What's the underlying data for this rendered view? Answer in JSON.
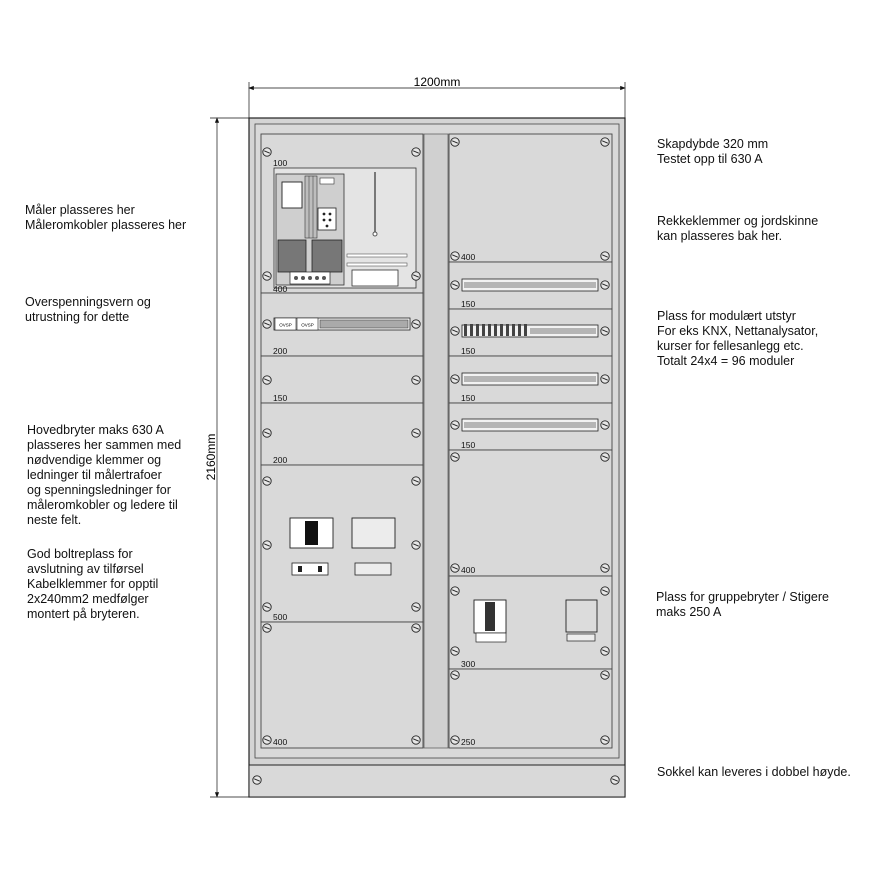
{
  "dimensions": {
    "width": "1200mm",
    "height": "2160mm"
  },
  "notes": {
    "depth": "Skapdybde 320 mm\nTestet opp til 630 A",
    "terminals": "Rekkeklemmer og jordskinne\nkan plasseres bak her.",
    "modular": "Plass for modulært utstyr\nFor eks KNX, Nettanalysator,\nkurser for fellesanlegg etc.\nTotalt 24x4 = 96 moduler",
    "group_breaker": "Plass for gruppebryter / Stigere\nmaks 250 A",
    "plinth": "Sokkel kan leveres i dobbel høyde.",
    "meter": "Måler plasseres her\nMåleromkobler plasseres her",
    "surge": "Overspenningsvern og\nutrustning for dette",
    "main_breaker": "Hovedbryter maks 630 A\nplasseres her sammen med\nnødvendige klemmer og\nledninger til målertrafoer\nog spenningsledninger for\nmåleromkobler og ledere til\nneste felt.",
    "bolt_space": "God boltreplass for\navslutning av tilførsel\nKabelklemmer for opptil\n2x240mm2 medfølger\nmontert på bryteren."
  },
  "left_panels": {
    "p1_top": "100",
    "p1_bottom": "400",
    "p2": "200",
    "p3": "150",
    "p4": "200",
    "p5": "500",
    "p6": "400"
  },
  "right_panels": {
    "p1": "400",
    "p2": "150",
    "p3": "150",
    "p4": "150",
    "p5": "150",
    "p6": "400",
    "p7": "300",
    "p8": "250"
  },
  "din_labels": {
    "a": "OVSP",
    "b": "OVSP"
  }
}
